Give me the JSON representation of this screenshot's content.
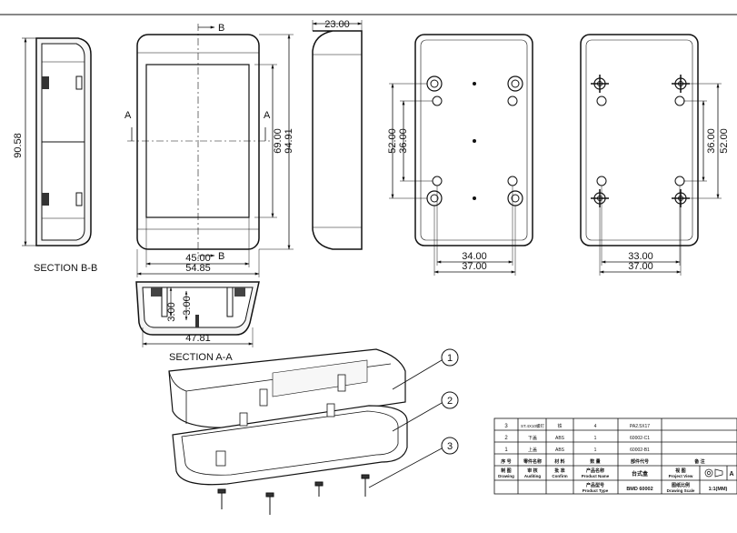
{
  "views": {
    "section_bb": {
      "label": "SECTION B-B",
      "dim_height": "90.58"
    },
    "front": {
      "cut_top": "B",
      "cut_bottom": "B",
      "cut_left": "A",
      "cut_right": "A",
      "dim_inner_height": "69.00",
      "dim_outer_height": "94.91",
      "dim_inner_width": "45.00",
      "dim_outer_width": "54.85"
    },
    "side": {
      "dim_depth": "23.00"
    },
    "bottom_view": {
      "dim_52": "52.00",
      "dim_36": "36.00",
      "dim_34": "34.00",
      "dim_37": "37.00"
    },
    "top_view": {
      "dim_36": "36.00",
      "dim_52": "52.00",
      "dim_33": "33.00",
      "dim_37": "37.00"
    },
    "section_aa": {
      "label": "SECTION A-A",
      "dim_a": "3.00",
      "dim_b": "3.00",
      "dim_width": "47.81"
    },
    "exploded": {
      "callouts": [
        "1",
        "2",
        "3"
      ]
    }
  },
  "title_block": {
    "rows": [
      {
        "no": "3",
        "name": "ST.4X10螺钉",
        "material": "铁",
        "qty": "4",
        "part_no": "PA2.5X17",
        "remark": ""
      },
      {
        "no": "2",
        "name": "下盖",
        "material": "ABS",
        "qty": "1",
        "part_no": "60002-C1",
        "remark": ""
      },
      {
        "no": "1",
        "name": "上盖",
        "material": "ABS",
        "qty": "1",
        "part_no": "60002-B1",
        "remark": ""
      }
    ],
    "header": {
      "no": "序 号",
      "name": "零件名称",
      "material": "材 料",
      "qty": "数 量",
      "part_no": "部件代号",
      "remark": "备 注"
    },
    "drawing": {
      "cn": "制 图",
      "en": "Drawing"
    },
    "auditing": {
      "cn": "审 核",
      "en": "Auditing"
    },
    "confirm": {
      "cn": "批 准",
      "en": "Confirm"
    },
    "product_name_label": {
      "cn": "产品名称",
      "en": "Product Name"
    },
    "product_name_value": "台式盒",
    "project_view_label": {
      "cn": "视 图",
      "en": "Project View"
    },
    "project_view_letter": "A",
    "product_type_label": {
      "cn": "产品型号",
      "en": "Product Type"
    },
    "product_type_value": "BMD 60002",
    "drawing_scale_label": {
      "cn": "图纸比例",
      "en": "Drawing Scale"
    },
    "drawing_scale_value": "1:1(MM)"
  }
}
